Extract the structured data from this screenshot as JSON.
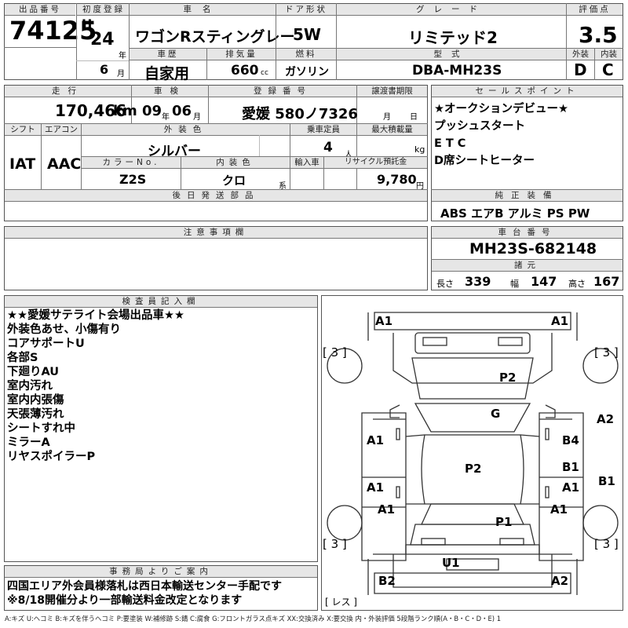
{
  "top": {
    "lot_no_label": "出品番号",
    "lot_no": "74125",
    "first_reg_label": "初度登録",
    "era": "H",
    "year": "24",
    "year_unit": "年",
    "month": "6",
    "month_unit": "月",
    "car_name_label": "車名",
    "car_name": "ワゴンRスティングレー",
    "door_label": "ドア形状",
    "door": "5W",
    "grade_label": "グレード",
    "grade": "リミテッド2",
    "score_label": "評価点",
    "score": "3.5",
    "history_label": "車歴",
    "history": "自家用",
    "displacement_label": "排気量",
    "displacement": "660",
    "displacement_unit": "cc",
    "fuel_label": "燃料",
    "fuel": "ガソリン",
    "model_label": "型式",
    "model": "DBA-MH23S",
    "exterior_label": "外装",
    "exterior": "D",
    "interior_label": "内装",
    "interior": "C"
  },
  "mid": {
    "mileage_label": "走行",
    "mileage": "170,466",
    "mileage_unit": "km",
    "inspection_label": "車検",
    "insp_year": "09",
    "insp_year_unit": "年",
    "insp_month": "06",
    "insp_month_unit": "月",
    "plate_label": "登録番号",
    "plate": "愛媛 580ノ7326",
    "transfer_label": "譲渡書期限",
    "transfer_month_unit": "月",
    "transfer_day_unit": "日",
    "shift_label": "シフト",
    "shift": "IAT",
    "ac_label": "エアコン",
    "ac": "AAC",
    "color_label": "外装色",
    "color": "シルバー",
    "capacity_label": "乗車定員",
    "capacity": "4",
    "capacity_unit": "人",
    "load_label": "最大積載量",
    "load_unit": "kg",
    "color_no_label": "カラーNo.",
    "color_no": "Z2S",
    "int_color_label": "内装色",
    "int_color": "クロ",
    "int_color_unit": "系",
    "import_label": "輸入車",
    "recycle_label": "リサイクル預託金",
    "recycle": "9,780",
    "recycle_unit": "円",
    "later_label": "後日発送部品"
  },
  "sales": {
    "label": "セールスポイント",
    "items": [
      "★オークションデビュー★",
      "プッシュスタート",
      "ETC",
      "D席シートヒーター"
    ]
  },
  "equipment": {
    "label": "純正装備",
    "value": "ABS エアB アルミ PS PW"
  },
  "notes": {
    "label": "注意事項欄"
  },
  "chassis": {
    "label": "車台番号",
    "value": "MH23S-682148",
    "dims_label": "諸元",
    "length_label": "長さ",
    "length": "339",
    "width_label": "幅",
    "width": "147",
    "height_label": "高さ",
    "height": "167"
  },
  "inspector": {
    "label": "検査員記入欄",
    "lines": [
      "★★愛媛サテライト会場出品車★★",
      "外装色あせ、小傷有り",
      "コアサポートU",
      "各部S",
      "下廻りAU",
      "室内汚れ",
      "室内内張傷",
      "天張薄汚れ",
      "シートすれ中",
      "ミラーA",
      "リヤスポイラーP"
    ]
  },
  "office": {
    "label": "事務局よりご案内",
    "lines": [
      "四国エリア外会員様落札は西日本輸送センター手配です",
      "※8/18開催分より一部輸送料金改定となります"
    ]
  },
  "diagram": {
    "marks": {
      "front_left": "A1",
      "front_right": "A1",
      "tire_fl": "[ 3 ]",
      "tire_fr": "[ 3 ]",
      "tire_rl": "[ 3 ]",
      "tire_rr": "[ 3 ]",
      "hood": "P2",
      "windshield": "G",
      "left_front_door": "A1",
      "right_front_door": "B4",
      "right_side_outer": "A2",
      "roof": "P2",
      "left_rear_door": "A1",
      "right_rear_door_b": "B1",
      "right_rear_door_a": "A1",
      "right_side_outer2": "B1",
      "left_rear_fender": "A1",
      "right_rear_fender": "A1",
      "trunk": "P1",
      "rear_bumper_center": "U1",
      "rear_left": "B2",
      "rear_right": "A2",
      "spare": "[ レス ]"
    }
  },
  "legend": "A:キズ U:ヘコミ B:キズを伴うヘコミ P:要塗装 W:補修跡 S:錆 C:腐食 G:フロントガラス点キズ XX:交換済み X:要交換 内・外装評価 5段階ランク順(A・B・C・D・E) 1"
}
